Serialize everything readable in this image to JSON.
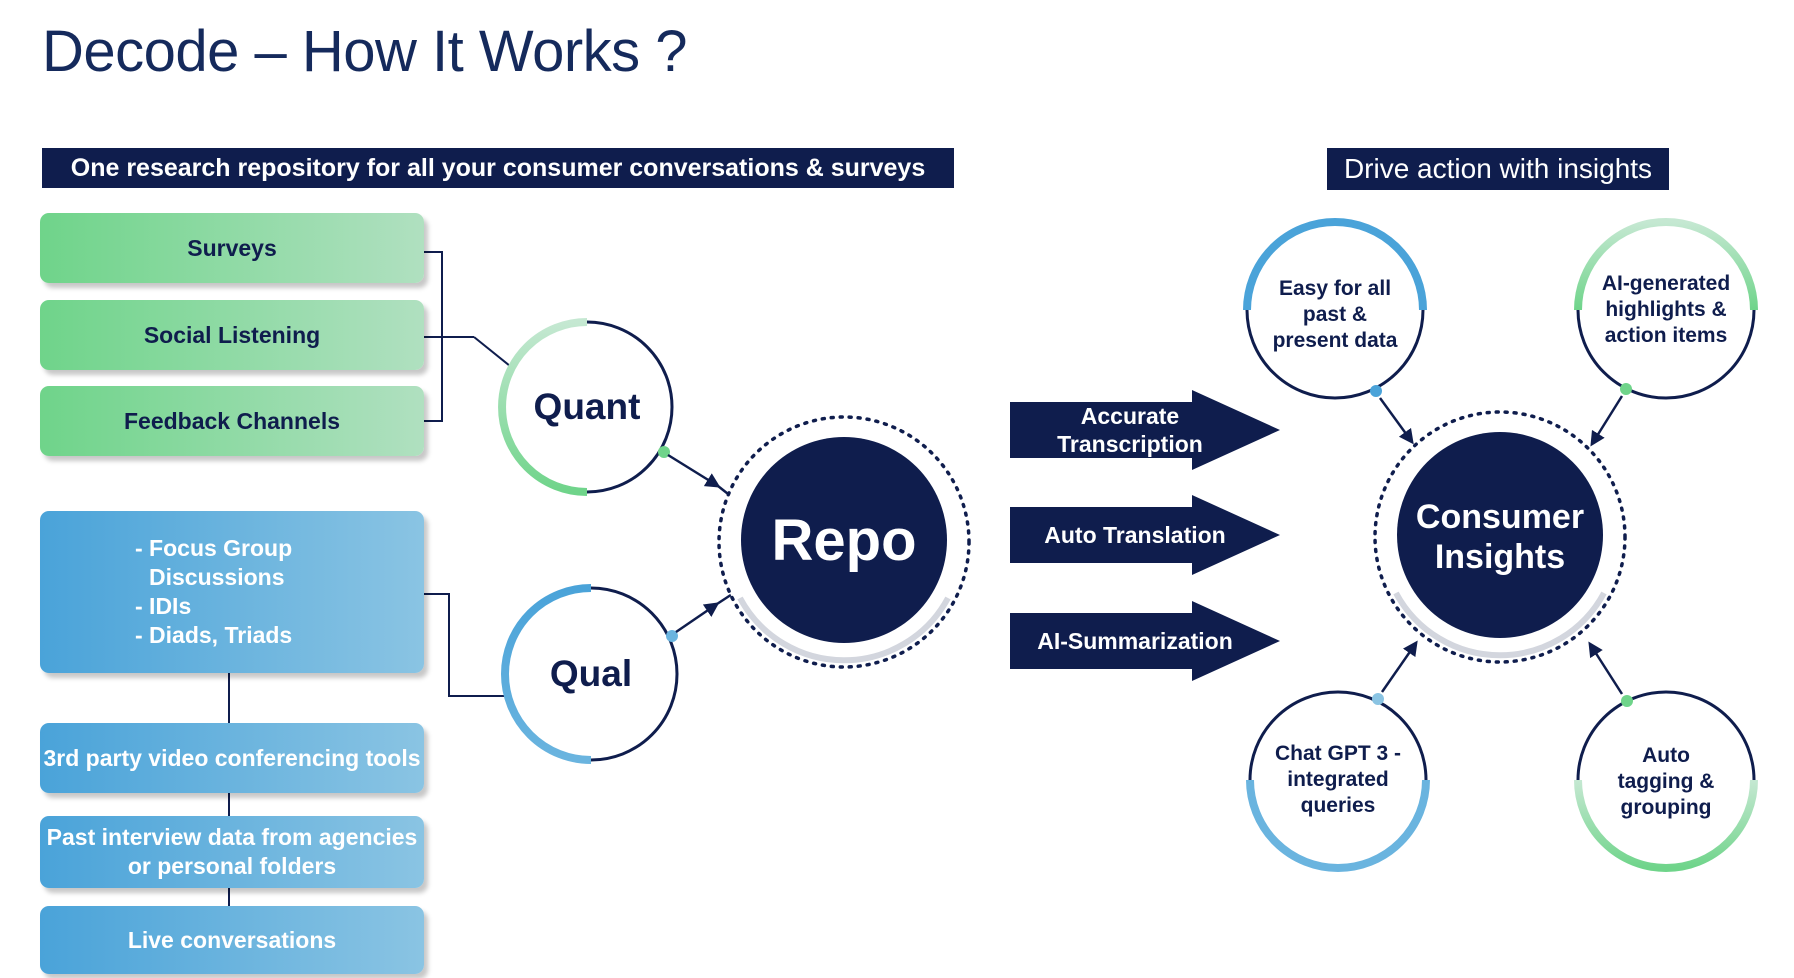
{
  "title": "Decode – How It Works ?",
  "banners": {
    "left": "One research repository for all your consumer conversations & surveys",
    "right": "Drive action with insights"
  },
  "quant_sources": [
    "Surveys",
    "Social Listening",
    "Feedback Channels"
  ],
  "qual_sources": {
    "methods": [
      "- Focus Group",
      "Discussions",
      "- IDIs",
      "- Diads, Triads"
    ],
    "video": "3rd party video conferencing tools",
    "past": "Past interview data from agencies or personal folders",
    "live": "Live conversations"
  },
  "nodes": {
    "quant": "Quant",
    "qual": "Qual",
    "repo": "Repo",
    "consumer_insights": "Consumer Insights"
  },
  "process_steps": [
    "Accurate Transcription",
    "Auto Translation",
    "AI-Summarization"
  ],
  "insight_features": {
    "easy": "Easy for all past & present data",
    "ai_generated": "AI-generated highlights & action items",
    "chat_gpt": "Chat GPT 3 - integrated queries",
    "auto_tagging": "Auto tagging & grouping"
  },
  "colors": {
    "navy": "#0f1d4d",
    "green": "#6fd48a",
    "blue": "#4aa3d9"
  }
}
